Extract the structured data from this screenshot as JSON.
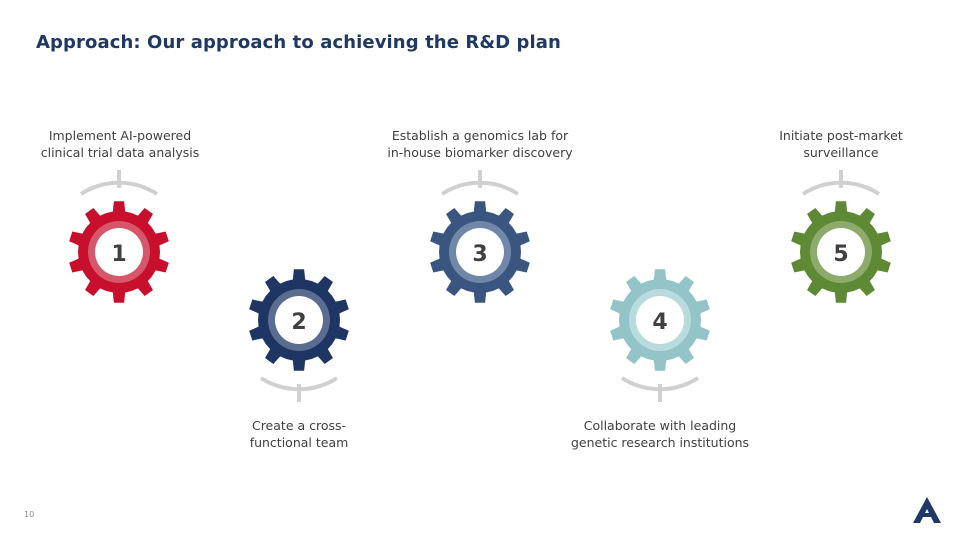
{
  "title": "Approach: Our approach to achieving the R&D plan",
  "steps": [
    {
      "number": "1",
      "label": "Implement AI-powered\nclinical trial data analysis",
      "color": "#c8102e",
      "ring": "#d6566a"
    },
    {
      "number": "2",
      "label": "Create a cross-\nfunctional team",
      "color": "#1f3563",
      "ring": "#5a6d91"
    },
    {
      "number": "3",
      "label": "Establish a genomics lab for\nin-house biomarker discovery",
      "color": "#3a5580",
      "ring": "#7187a8"
    },
    {
      "number": "4",
      "label": "Collaborate with leading\ngenetic research institutions",
      "color": "#93c4c8",
      "ring": "#b9dbde"
    },
    {
      "number": "5",
      "label": "Initiate post-market\nsurveillance",
      "color": "#5e8a35",
      "ring": "#8cab6d"
    }
  ],
  "bracket_color": "#d0d0d0",
  "number_color": "#404040",
  "slide_number": "10",
  "logo_icon": "triangle-logo-icon",
  "logo_color": "#1f3864"
}
